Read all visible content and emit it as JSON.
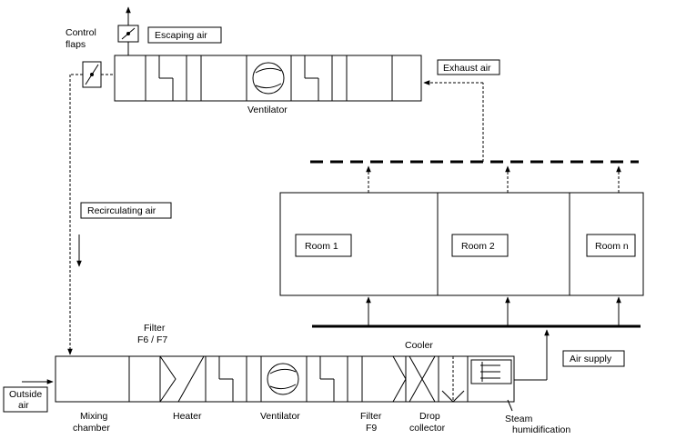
{
  "labels": {
    "control_flaps_1": "Control",
    "control_flaps_2": "flaps",
    "escaping_air": "Escaping air",
    "exhaust_air": "Exhaust air",
    "ventilator_top": "Ventilator",
    "recirculating_air": "Recirculating air",
    "room_1": "Room 1",
    "room_2": "Room 2",
    "room_n": "Room n",
    "cooler": "Cooler",
    "air_supply": "Air supply",
    "filter_f6_1": "Filter",
    "filter_f6_2": "F6 / F7",
    "outside_air_1": "Outside",
    "outside_air_2": "air",
    "mixing_chamber_1": "Mixing",
    "mixing_chamber_2": "chamber",
    "heater": "Heater",
    "ventilator_bottom": "Ventilator",
    "filter_f9_1": "Filter",
    "filter_f9_2": "F9",
    "drop_collector_1": "Drop",
    "drop_collector_2": "collector",
    "steam_humidification_1": "Steam",
    "steam_humidification_2": "humidification"
  }
}
